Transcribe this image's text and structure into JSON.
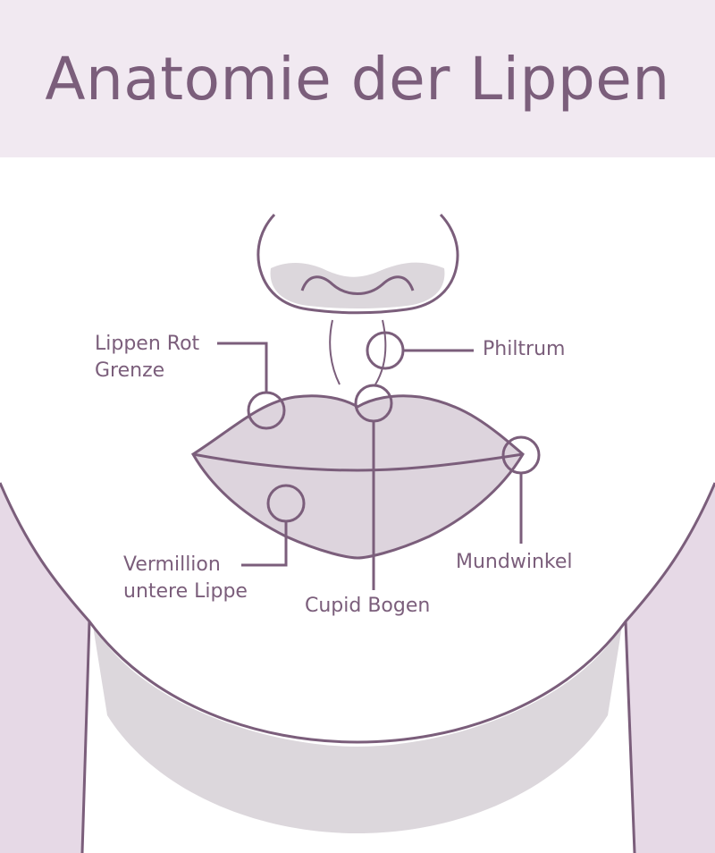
{
  "title": "Anatomie der Lippen",
  "labels": {
    "lippen_rot_grenze": [
      "Lippen Rot",
      "Grenze"
    ],
    "philtrum": "Philtrum",
    "vermillion": [
      "Vermillion",
      "untere Lippe"
    ],
    "cupid_bogen": "Cupid Bogen",
    "mundwinkel": "Mundwinkel"
  },
  "colors": {
    "header_bg": "#f1e9f1",
    "line": "#7b5e7b",
    "lip_fill": "#ddd4dd",
    "shadow": "#dcd7dc",
    "side_fill": "#e6d9e6"
  }
}
